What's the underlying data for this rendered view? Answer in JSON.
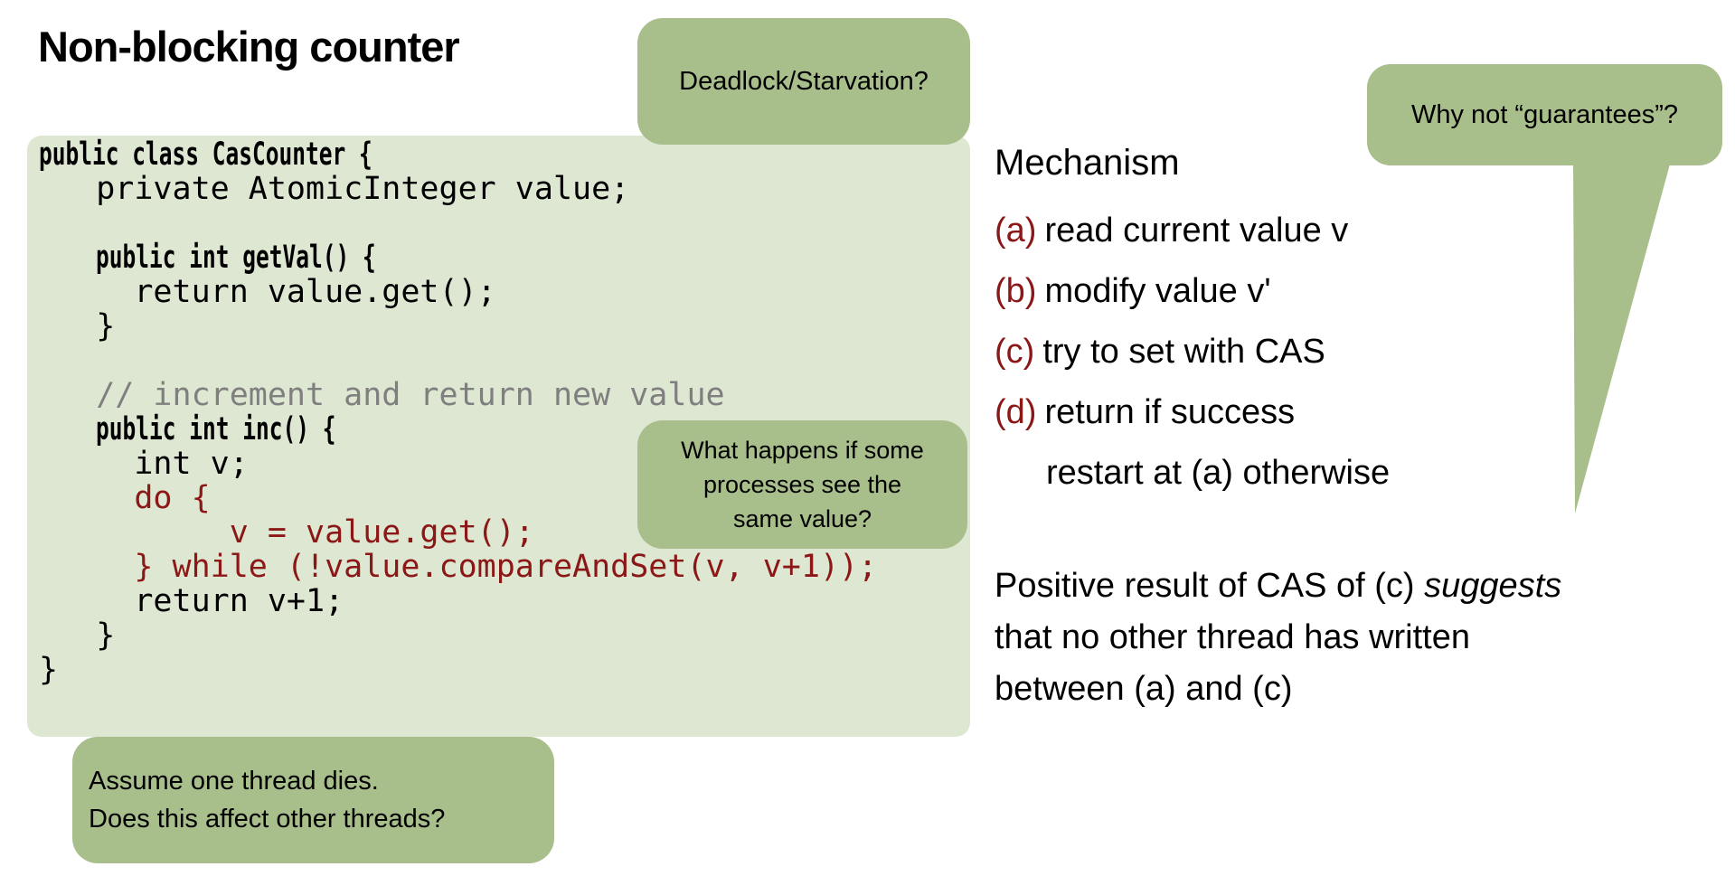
{
  "title": "Non-blocking counter",
  "colors": {
    "callout_bg": "#a8bf8b",
    "code_bg": "#dde7d1",
    "code_red": "#8b1717",
    "comment_gray": "#7f7f7f",
    "text": "#000000",
    "background": "#ffffff"
  },
  "code": {
    "lines": [
      [
        {
          "t": "public class CasCounter {",
          "s": "bold"
        }
      ],
      [
        {
          "t": "   private AtomicInteger value;",
          "s": "plain"
        }
      ],
      [
        {
          "t": " ",
          "s": "plain"
        }
      ],
      [
        {
          "t": "   ",
          "s": "plain"
        },
        {
          "t": "public int getVal() {",
          "s": "bold"
        }
      ],
      [
        {
          "t": "     return value.get();",
          "s": "plain"
        }
      ],
      [
        {
          "t": "   }",
          "s": "plain"
        }
      ],
      [
        {
          "t": " ",
          "s": "plain"
        }
      ],
      [
        {
          "t": "   // increment and return new value",
          "s": "comment"
        }
      ],
      [
        {
          "t": "   ",
          "s": "plain"
        },
        {
          "t": "public int inc() {",
          "s": "bold"
        }
      ],
      [
        {
          "t": "     int v;",
          "s": "plain"
        }
      ],
      [
        {
          "t": "     ",
          "s": "plain"
        },
        {
          "t": "do {",
          "s": "red"
        }
      ],
      [
        {
          "t": "          ",
          "s": "plain"
        },
        {
          "t": "v = value.get();",
          "s": "red"
        }
      ],
      [
        {
          "t": "     ",
          "s": "plain"
        },
        {
          "t": "} while (!value.compareAndSet(v, v+1));",
          "s": "red"
        }
      ],
      [
        {
          "t": "     return v+1;",
          "s": "plain"
        }
      ],
      [
        {
          "t": "   }",
          "s": "plain"
        }
      ],
      [
        {
          "t": "}",
          "s": "plain"
        }
      ]
    ]
  },
  "callouts": {
    "deadlock": {
      "text": "Deadlock/Starvation?"
    },
    "same_value": {
      "lines": [
        "What happens if some",
        "processes see the",
        "same value?"
      ]
    },
    "thread_dies": {
      "lines": [
        "Assume one thread dies.",
        "Does this affect other threads?"
      ]
    },
    "guarantees": {
      "text": "Why not “guarantees”?"
    }
  },
  "mechanism": {
    "heading": "Mechanism",
    "steps": [
      {
        "label": "(a)",
        "text": "read current value v"
      },
      {
        "label": "(b)",
        "text": "modify value v'"
      },
      {
        "label": "(c)",
        "text": "try to set with CAS"
      },
      {
        "label": "(d)",
        "text": "return if success"
      },
      {
        "label": "",
        "text": "restart at (a) otherwise"
      }
    ],
    "note_lines": [
      [
        {
          "t": "Positive result of CAS of (c) ",
          "i": false
        },
        {
          "t": "suggests",
          "i": true
        }
      ],
      [
        {
          "t": "that no other thread has written",
          "i": false
        }
      ],
      [
        {
          "t": "between (a) and (c)",
          "i": false
        }
      ]
    ]
  }
}
